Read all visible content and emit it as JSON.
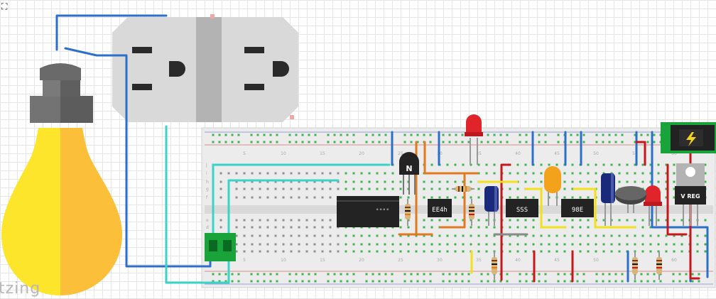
{
  "watermark": "tzing",
  "colors": {
    "grid": "#e6e6e6",
    "wire_blue": "#2b6fc9",
    "wire_cyan": "#39d4c8",
    "wire_orange": "#e07a1f",
    "wire_red": "#c8161d",
    "wire_yellow": "#f2e01b",
    "wire_gray": "#8a8a8a",
    "bulb_left": "#fde52b",
    "bulb_right": "#fbbf3a",
    "outlet": "#d9d9d9",
    "breadboard": "#ececec",
    "hole_green": "#3cb54a",
    "ic_body": "#232323",
    "led_red": "#e0242a",
    "terminal_green": "#1aa33a"
  },
  "components": {
    "transistor_label": "N",
    "ic_a_label": "EE4h",
    "ic_b_label": "SSS",
    "ic_c_label": "98E",
    "regulator_label": "V REG",
    "power_jack_icon": "lightning-bolt-icon"
  },
  "breadboard": {
    "column_numbers": [
      "5",
      "10",
      "15",
      "20",
      "25",
      "30",
      "35",
      "40",
      "45",
      "50",
      "55",
      "60"
    ],
    "row_letters_top": [
      "j",
      "i",
      "h",
      "g",
      "f"
    ],
    "row_letters_bottom": [
      "e",
      "d",
      "c",
      "b",
      "a"
    ]
  }
}
